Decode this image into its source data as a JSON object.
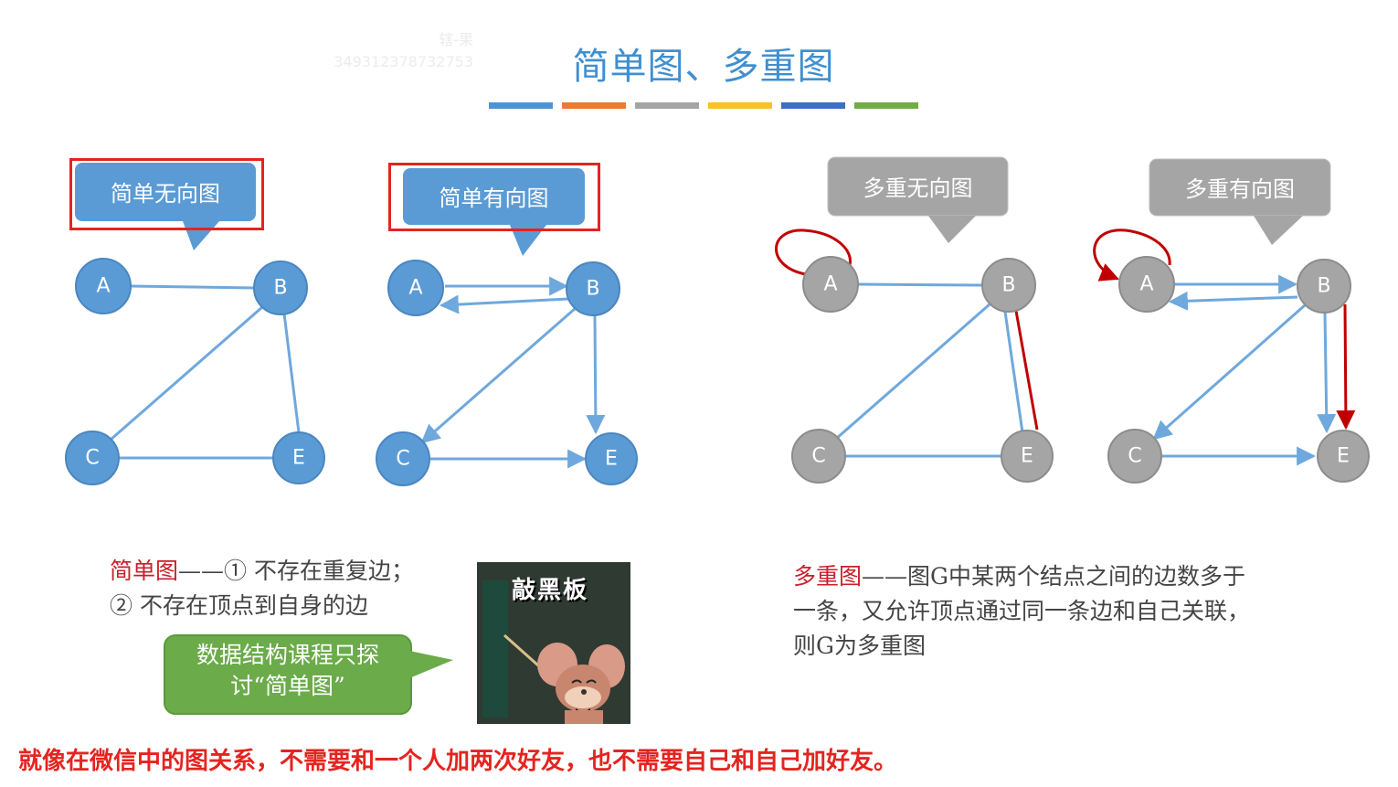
{
  "slide": {
    "title": "简单图、多重图",
    "watermark_line1": "辖-果",
    "watermark_line2": "349312378732753",
    "color_bar": [
      "#4b95d6",
      "#ec7a30",
      "#a5a5a5",
      "#f9c227",
      "#3d6fc3",
      "#70ad46"
    ]
  },
  "diagrams": [
    {
      "label": "简单无向图",
      "kind": "simple-undirected",
      "nodes": [
        "A",
        "B",
        "C",
        "E"
      ],
      "edges": [
        [
          "A",
          "B"
        ],
        [
          "B",
          "C"
        ],
        [
          "B",
          "E"
        ],
        [
          "C",
          "E"
        ]
      ]
    },
    {
      "label": "简单有向图",
      "kind": "simple-directed",
      "nodes": [
        "A",
        "B",
        "C",
        "E"
      ],
      "edges": [
        [
          "A",
          "B"
        ],
        [
          "B",
          "A"
        ],
        [
          "B",
          "C"
        ],
        [
          "B",
          "E"
        ],
        [
          "C",
          "E"
        ]
      ]
    },
    {
      "label": "多重无向图",
      "kind": "multi-undirected",
      "nodes": [
        "A",
        "B",
        "C",
        "E"
      ],
      "edges": [
        [
          "A",
          "A"
        ],
        [
          "A",
          "B"
        ],
        [
          "B",
          "C"
        ],
        [
          "B",
          "E"
        ],
        [
          "B",
          "E"
        ],
        [
          "C",
          "E"
        ]
      ]
    },
    {
      "label": "多重有向图",
      "kind": "multi-directed",
      "nodes": [
        "A",
        "B",
        "C",
        "E"
      ],
      "edges": [
        [
          "A",
          "A"
        ],
        [
          "A",
          "B"
        ],
        [
          "B",
          "A"
        ],
        [
          "B",
          "C"
        ],
        [
          "B",
          "E"
        ],
        [
          "B",
          "E"
        ],
        [
          "C",
          "E"
        ]
      ]
    }
  ],
  "simple_def": {
    "term": "简单图",
    "line1_rest": "——① 不存在重复边；",
    "line2": "② 不存在顶点到自身的边"
  },
  "callout": {
    "line1": "数据结构课程只探",
    "line2": "讨“简单图”"
  },
  "meme": {
    "caption": "敲黑板"
  },
  "multi_def": {
    "term": "多重图",
    "line1_rest": "——图G中某两个结点之间的边数多于",
    "line2": "一条，又允许顶点通过同一条边和自己关联，",
    "line3": "则G为多重图"
  },
  "footer": "就像在微信中的图关系，不需要和一个人加两次好友，也不需要自己和自己加好友。",
  "colors": {
    "blue_node": "#5b9bd5",
    "gray_node": "#a5a5a5",
    "edge": "#6fa8dc",
    "red_edge": "#c00000",
    "highlight_frame": "#e42420",
    "green_callout": "#6bab4a"
  }
}
